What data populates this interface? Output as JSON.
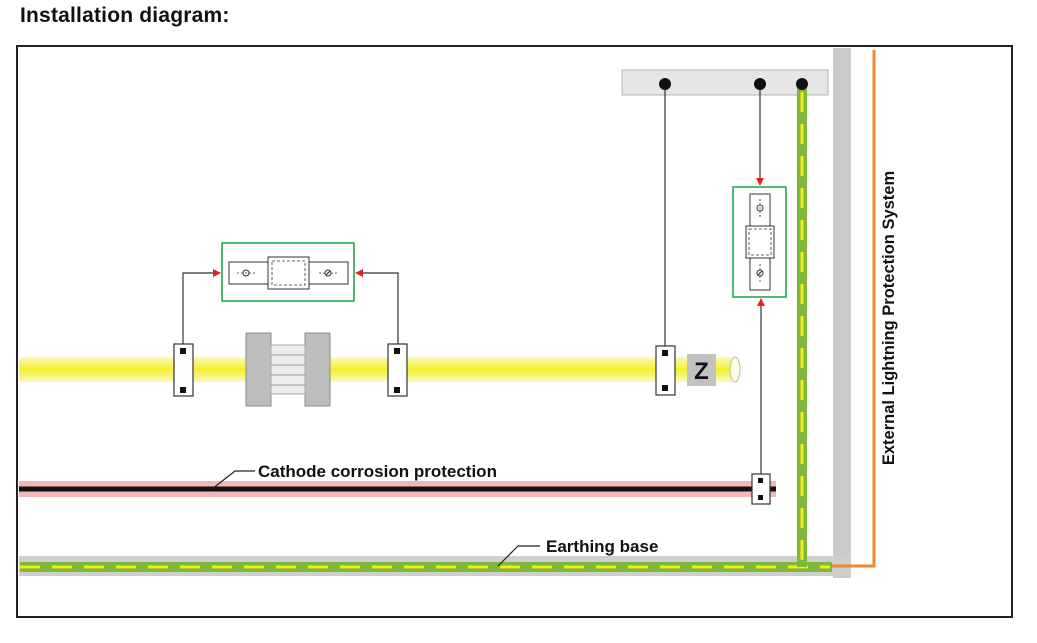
{
  "title": "Installation diagram:",
  "labels": {
    "cathode": "Cathode corrosion protection",
    "earthing": "Earthing base",
    "external": "External Lightning Protection System",
    "z_marker": "Z"
  },
  "icons": {
    "connector": "clamp-terminal-icon",
    "spark_gap": "isolating-spark-gap-icon"
  },
  "colors": {
    "earth_green": "#7db83a",
    "earth_yellow": "#f2ee16",
    "pipe_yellow": "#f3ef2a",
    "cathode_black": "#111111",
    "cathode_pink": "#f3b7b7",
    "lightning_orange": "#f0882e",
    "frame_green": "#18a04a",
    "arrow_red": "#e02424",
    "steel_grey": "#c9c9c9"
  }
}
